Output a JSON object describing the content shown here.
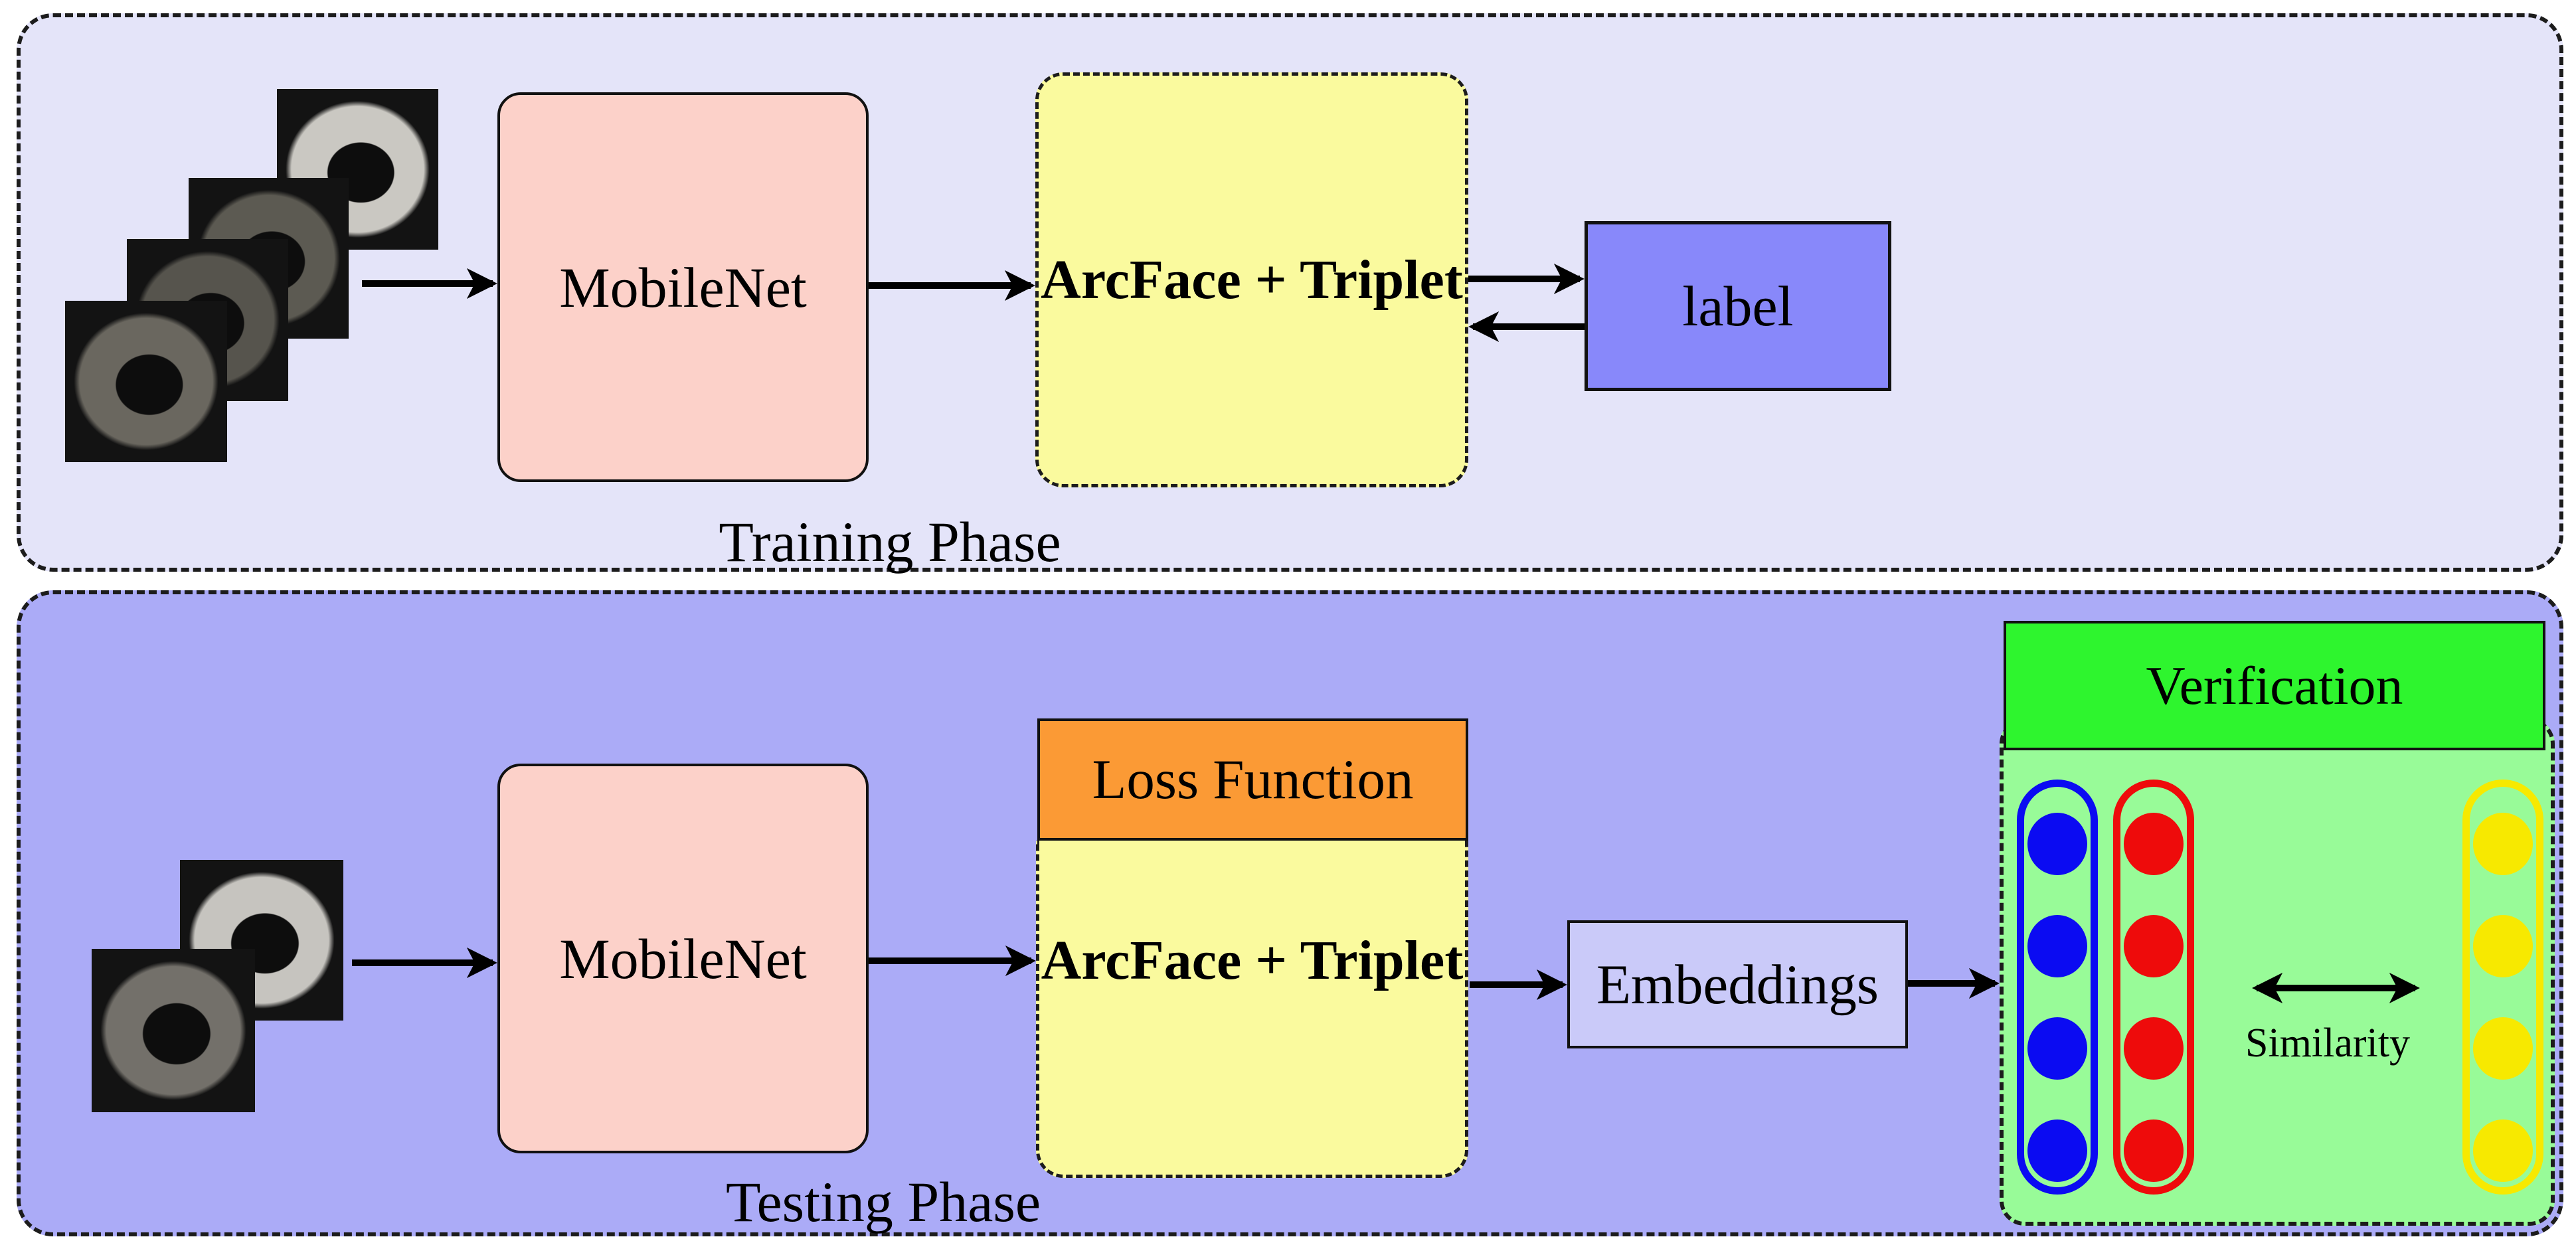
{
  "training": {
    "section_label": "Training Phase",
    "mobilenet_label": "MobileNet",
    "arcface_label": "ArcFace + Triplet",
    "label_box_label": "label",
    "input_images_count": 4
  },
  "testing": {
    "section_label": "Testing Phase",
    "mobilenet_label": "MobileNet",
    "loss_function_label": "Loss Function",
    "arcface_label": "ArcFace + Triplet",
    "embeddings_label": "Embeddings",
    "verification_label": "Verification",
    "similarity_label": "Similarity",
    "input_images_count": 2,
    "embedding_columns": [
      {
        "color": "blue",
        "dot_count": 4
      },
      {
        "color": "red",
        "dot_count": 4
      },
      {
        "color": "yellow",
        "dot_count": 4
      }
    ]
  },
  "colors": {
    "training_bg": "#e4e4f9",
    "testing_bg": "#ababf7",
    "mobilenet_fill": "#fcd1c9",
    "arcface_fill": "#fafa9e",
    "loss_fill": "#fb9a35",
    "label_fill": "#8888fa",
    "embeddings_fill": "#cacaf9",
    "verification_header_fill": "#2ef52e",
    "verification_panel_fill": "#98fb98",
    "dot_blue": "#0b0bf2",
    "dot_red": "#ee0b0b",
    "dot_yellow": "#f7e900"
  }
}
